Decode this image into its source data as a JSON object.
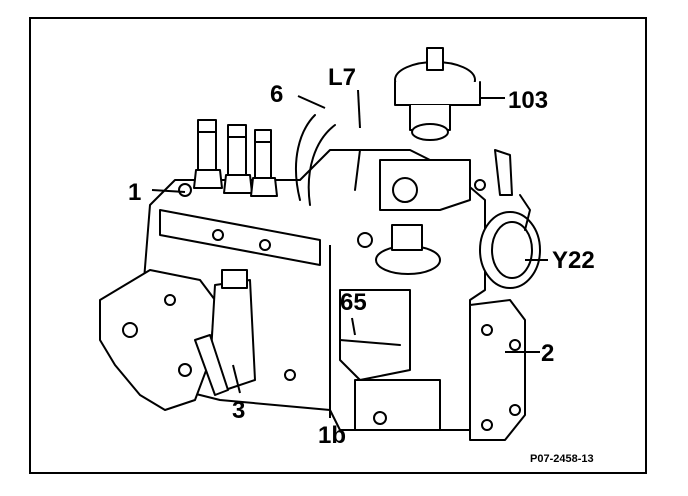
{
  "callouts": {
    "c1": "1",
    "c1b": "1b",
    "c2": "2",
    "c3": "3",
    "c6": "6",
    "c65": "65",
    "cL7": "L7",
    "c103": "103",
    "cY22": "Y22"
  },
  "reference_code": "P07-2458-13",
  "colors": {
    "ink": "#000000",
    "paper": "#ffffff",
    "frame": "#000000"
  }
}
